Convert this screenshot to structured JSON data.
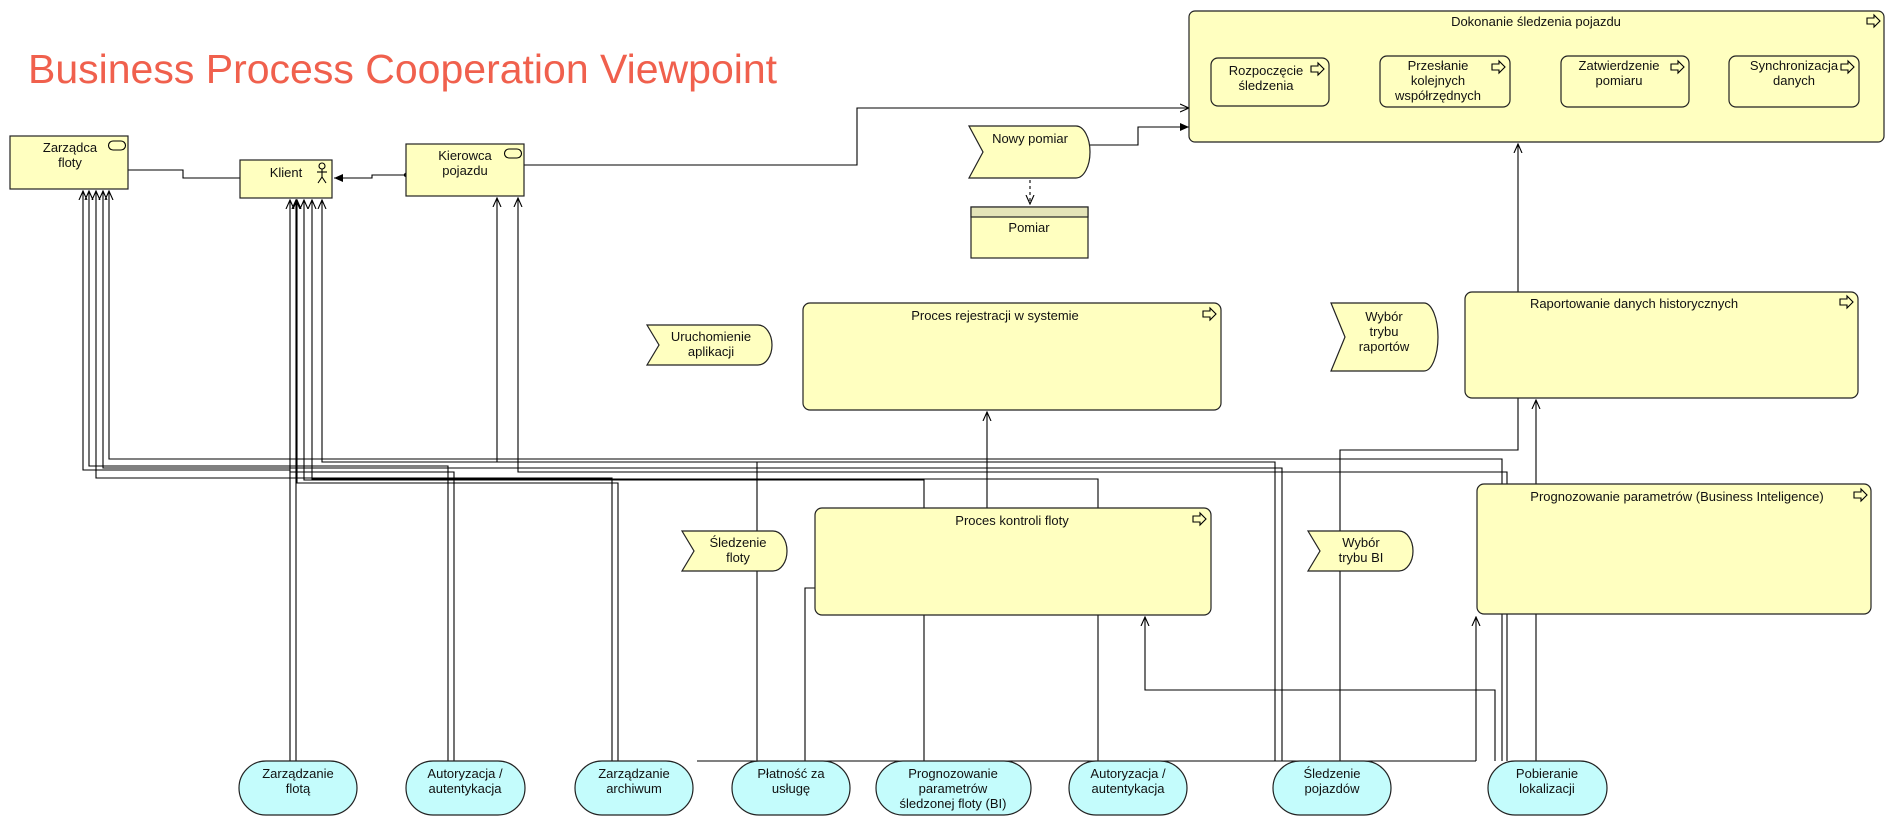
{
  "title": "Business Process Cooperation Viewpoint",
  "colors": {
    "title": "#f0604d",
    "element_fill": "#ffffc0",
    "service_fill": "#c4fcfc",
    "stroke": "#222222"
  },
  "roles": {
    "zarzadca": [
      "Zarządca",
      "floty"
    ],
    "klient": [
      "Klient"
    ],
    "kierowca": [
      "Kierowca",
      "pojazdu"
    ]
  },
  "processes": {
    "dokonanie": {
      "title": [
        "Dokonanie śledzenia pojazdu"
      ]
    },
    "rozpoczecie": [
      "Rozpoczęcie",
      "śledzenia"
    ],
    "przeslanie": [
      "Przesłanie",
      "kolejnych",
      "współrzędnych"
    ],
    "zatwierdzenie": [
      "Zatwierdzenie",
      "pomiaru"
    ],
    "synchronizacja": [
      "Synchronizacja",
      "danych"
    ],
    "rejestracja": [
      "Proces rejestracji w systemie"
    ],
    "kontrola": [
      "Proces kontroli floty"
    ],
    "raportowanie": [
      "Raportowanie danych historycznych"
    ],
    "prognozowanie": [
      "Prognozowanie parametrów (Business Inteligence)"
    ]
  },
  "events": {
    "nowy_pomiar": [
      "Nowy pomiar"
    ],
    "uruchomienie": [
      "Uruchomienie",
      "aplikacji"
    ],
    "sledzenie_floty": [
      "Śledzenie",
      "floty"
    ],
    "wybor_raportow": [
      "Wybór",
      "trybu",
      "raportów"
    ],
    "wybor_bi": [
      "Wybór",
      "trybu BI"
    ]
  },
  "objects": {
    "pomiar": [
      "Pomiar"
    ]
  },
  "services": {
    "zarzadzanie_flota": [
      "Zarządzanie",
      "flotą"
    ],
    "autoryzacja_1": [
      "Autoryzacja /",
      "autentykacja"
    ],
    "zarzadzanie_archiwum": [
      "Zarządzanie",
      "archiwum"
    ],
    "platnosc": [
      "Płatność za",
      "usługę"
    ],
    "prognozowanie_bi": [
      "Prognozowanie",
      "parametrów",
      "śledzonej floty (BI)"
    ],
    "autoryzacja_2": [
      "Autoryzacja /",
      "autentykacja"
    ],
    "sledzenie_pojazdow": [
      "Śledzenie",
      "pojazdów"
    ],
    "pobieranie": [
      "Pobieranie",
      "lokalizacji"
    ]
  }
}
